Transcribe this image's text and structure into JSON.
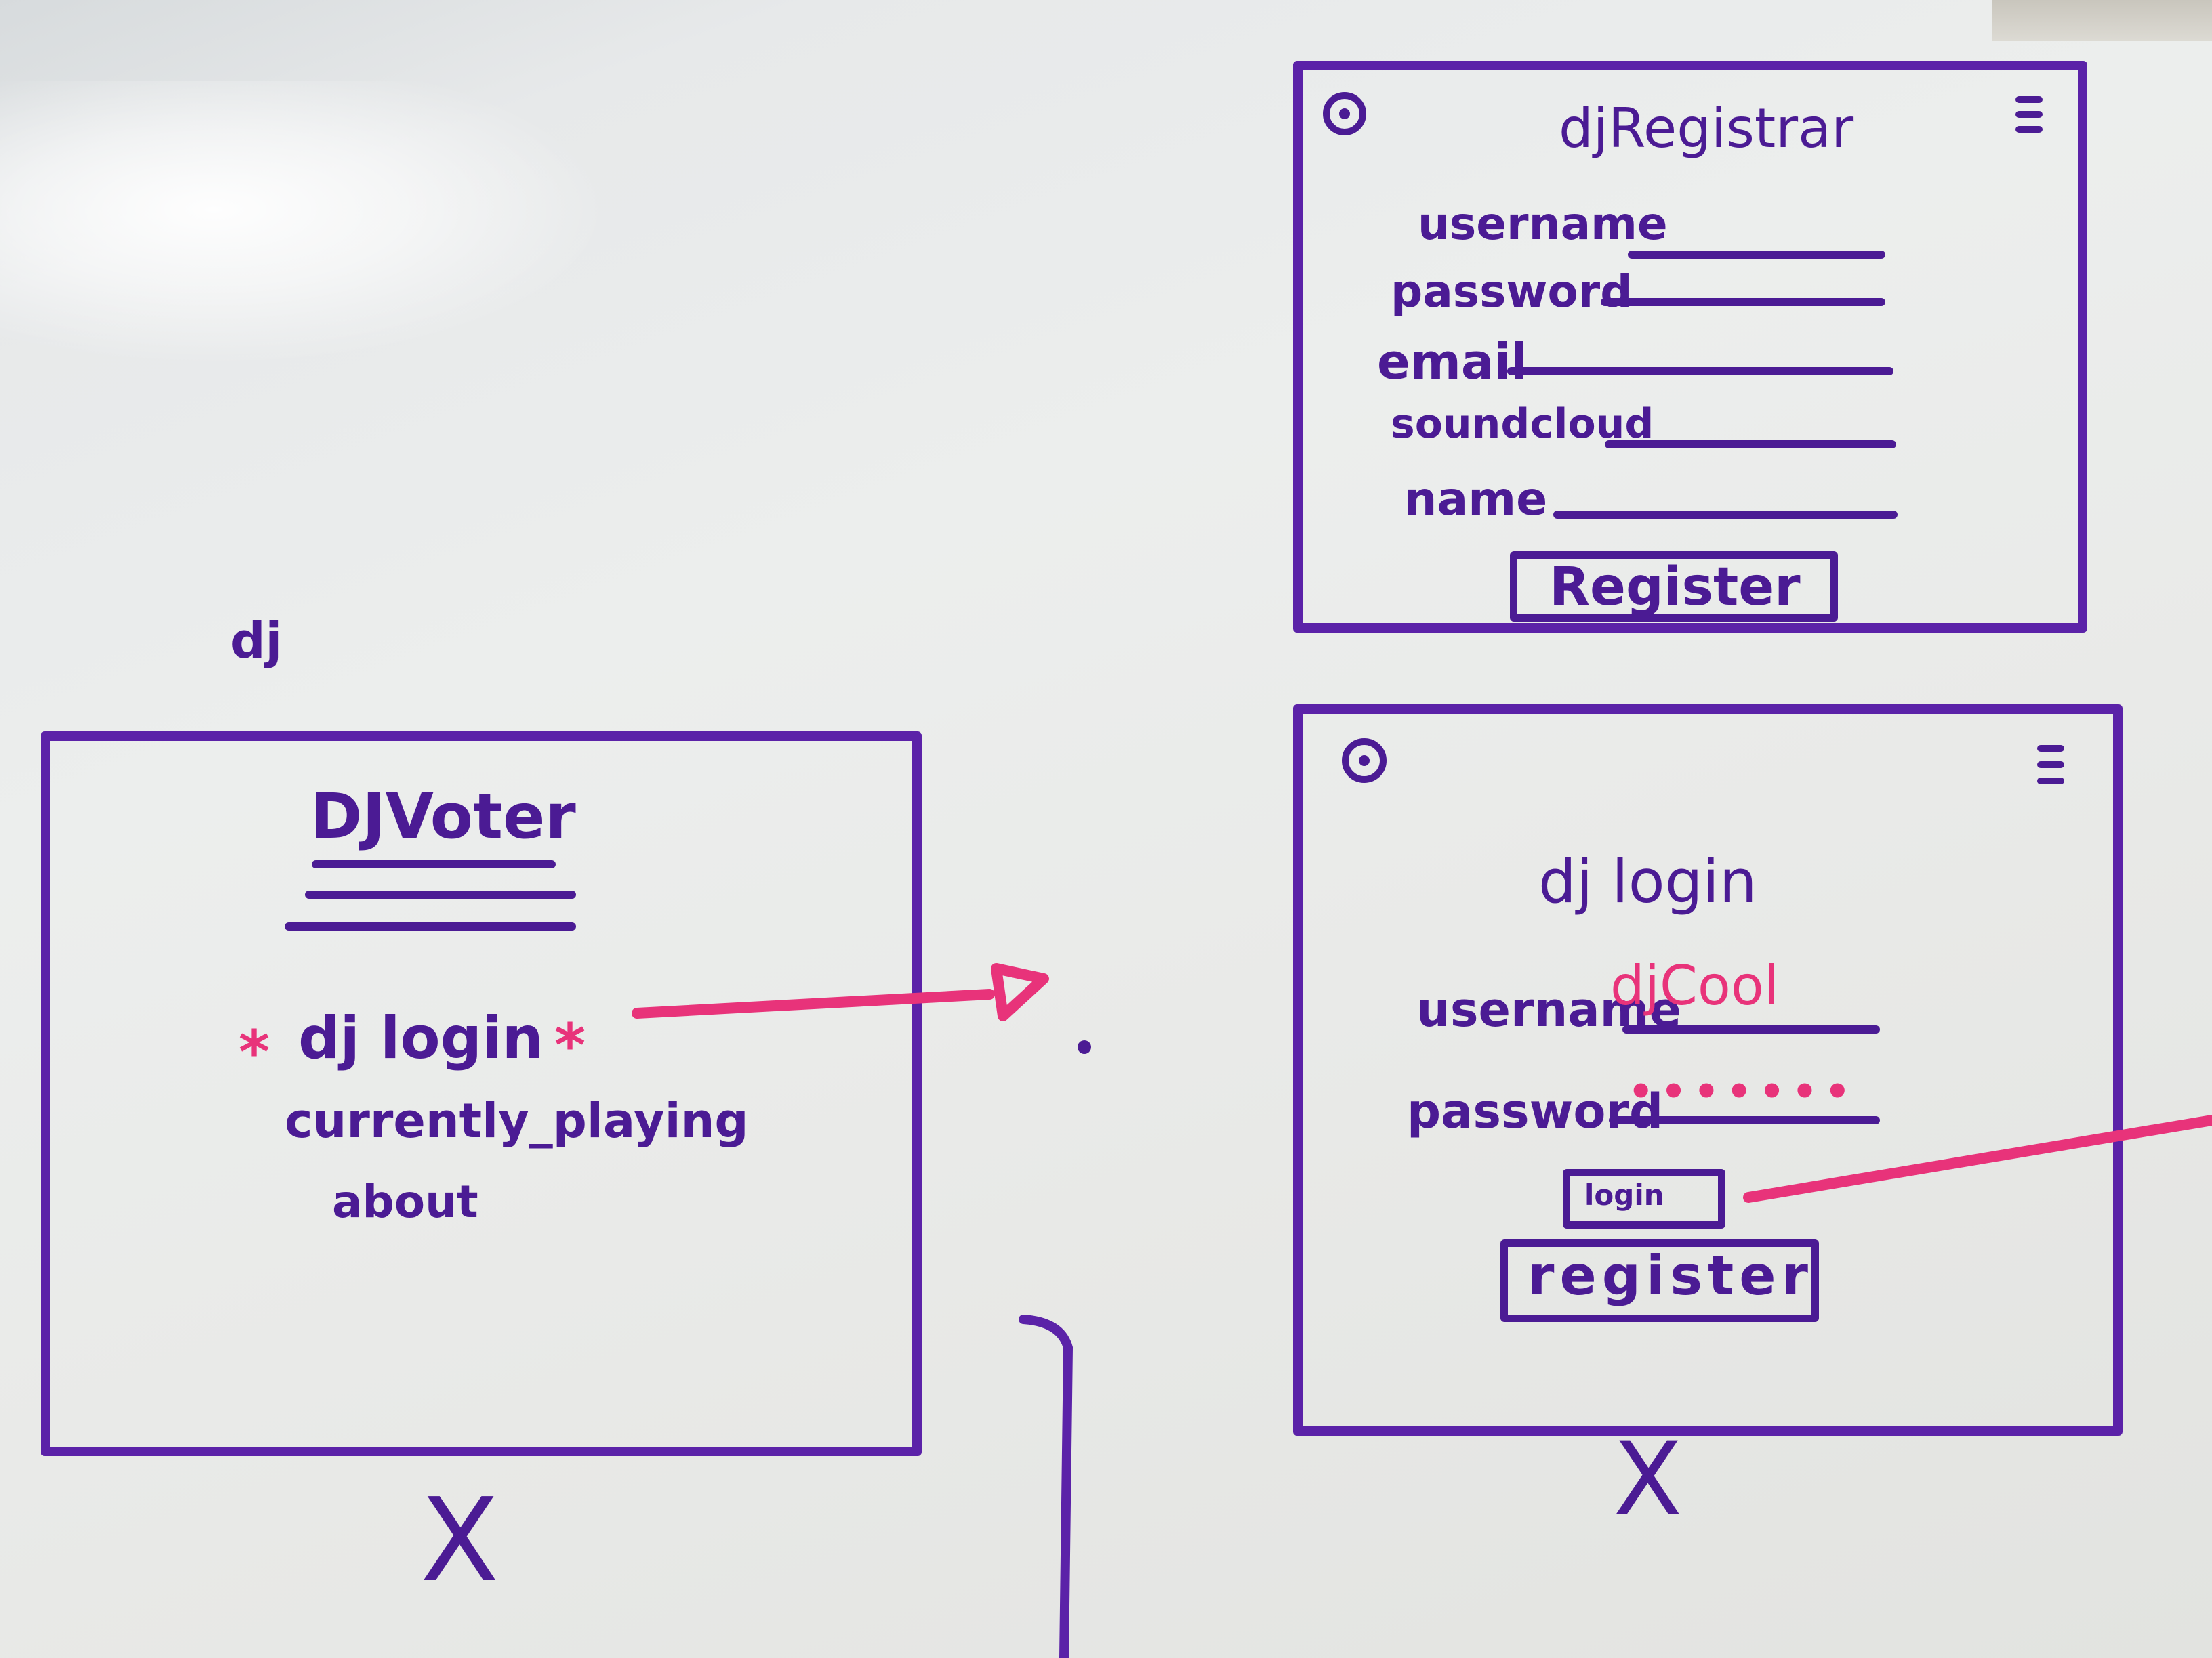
{
  "left_note": "dj",
  "home_screen": {
    "title": "DJVoter",
    "menu": {
      "dj_login": "dj login",
      "currently_playing": "currently_playing",
      "about": "about"
    },
    "marks": [
      "*",
      "*"
    ],
    "rejected_mark": "X"
  },
  "register_screen": {
    "title": "djRegistrar",
    "fields": [
      "username",
      "password",
      "email",
      "soundcloud",
      "name"
    ],
    "register_button": "Register"
  },
  "login_screen": {
    "title": "dj login",
    "username_label": "username",
    "username_value": "djCool",
    "password_label": "password",
    "password_value": "•••••••",
    "login_button": "login",
    "register_button": "register",
    "rejected_mark": "X"
  },
  "colors": {
    "marker_purple": "#4b1b94",
    "marker_pink": "#e8337a",
    "board": "#eceeed"
  }
}
